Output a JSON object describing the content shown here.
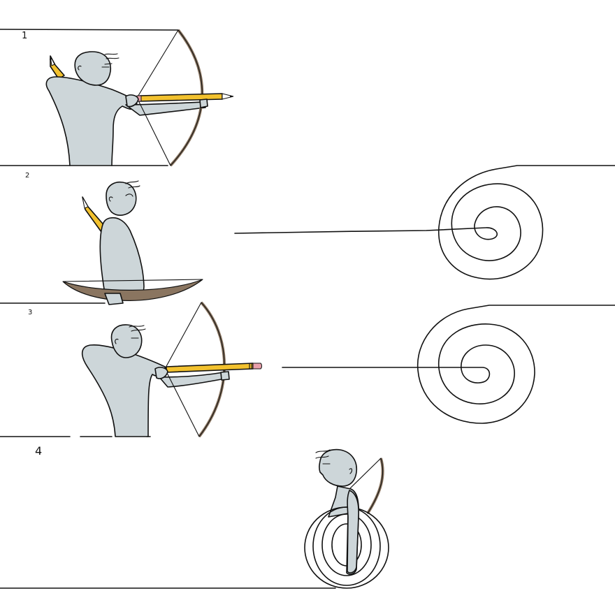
{
  "comic": {
    "panels": [
      {
        "number": "1",
        "scene": "archer drawing bow with pencil arrow"
      },
      {
        "number": "2",
        "scene": "bow lowered, pencil drew line ending in spiral target"
      },
      {
        "number": "3",
        "scene": "archer aiming pencil eraser-first at spiral target"
      },
      {
        "number": "4",
        "scene": "archer wrapped inside spiral target holding bow"
      }
    ]
  },
  "colors": {
    "skin": "#cdd6d9",
    "pencil": "#f2c12e",
    "bow": "#8a7560",
    "eraser": "#eaa0ab",
    "ink": "#111111",
    "background": "#ffffff"
  }
}
